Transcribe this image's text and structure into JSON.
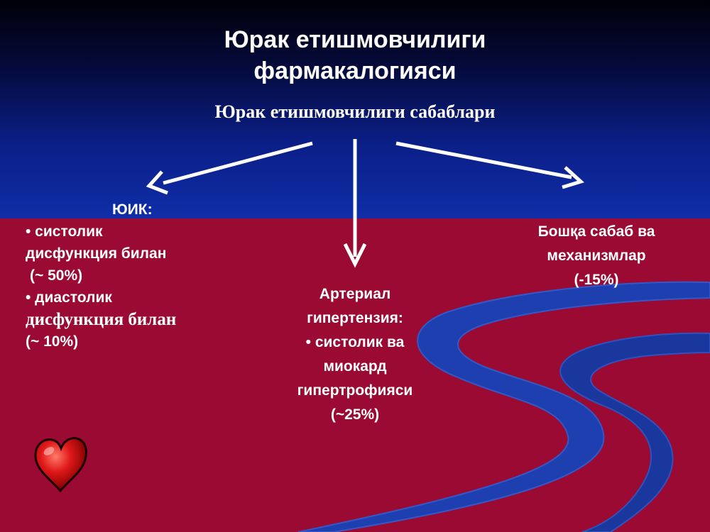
{
  "slide": {
    "title_line1": "Юрак етишмовчилиги",
    "title_line2": "фармакалогияси",
    "subtitle": "Юрак етишмовчилиги сабаблари",
    "left": {
      "heading": "ЮИК:",
      "line1": "• систолик",
      "line2": "дисфункция билан",
      "line3": "(~ 50%)",
      "line4": "• диастолик",
      "line5": "дисфункция билан",
      "line6": "(~ 10%)"
    },
    "middle": {
      "line1": "Артериал",
      "line2": "гипертензия:",
      "line3": "• систолик ва",
      "line4": "миокард",
      "line5": "гипертрофияси",
      "line6": "(~25%)"
    },
    "right": {
      "line1": "Бошқа сабаб ва",
      "line2": "механизмлар",
      "line3": "(-15%)"
    }
  },
  "colors": {
    "top_background": "#0b1e86",
    "bottom_background": "#9a0a33",
    "wave_blue": "#1d3fb0",
    "text": "#ffffff",
    "heart": "#e01818"
  },
  "icons": [
    "arrow-left-icon",
    "arrow-down-icon",
    "arrow-right-icon",
    "heart-icon"
  ]
}
